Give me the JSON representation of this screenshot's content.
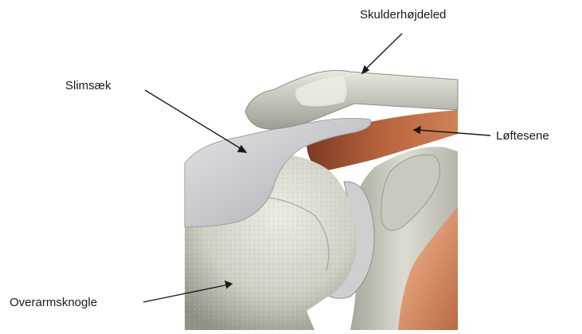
{
  "diagram": {
    "labels": {
      "acromion": "Skulderhøjdeled",
      "bursa": "Slimsæk",
      "rotator_cuff_tendon": "Løftesene",
      "humerus": "Overarmsknogle"
    },
    "colors": {
      "background": "#ffffff",
      "bone": "#d8d8ce",
      "bone_shadow": "#a9a99d",
      "bursa": "#c9cbcd",
      "tendon": "#b85f3a",
      "muscle": "#c97a50",
      "leader_line": "#1a1a1a"
    }
  }
}
